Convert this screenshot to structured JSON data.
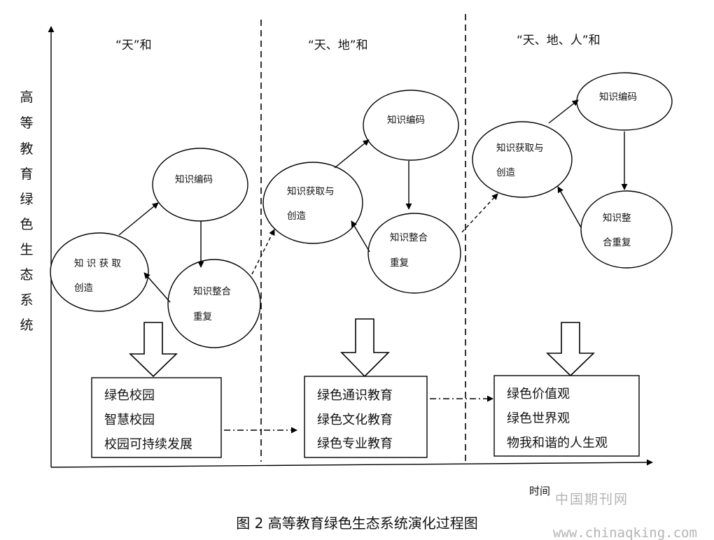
{
  "y_axis_label": "高等教育绿色生态系统",
  "x_axis_label": "时间",
  "caption": "图 2  高等教育绿色生态系统演化过程图",
  "watermark": {
    "line1": "中国期刊网",
    "line2": "www.chinaqking.com"
  },
  "stages": [
    {
      "heading": "“天”和",
      "cycle": {
        "encode": [
          "知识编码"
        ],
        "acquire": [
          "知 识 获 取",
          "创造"
        ],
        "integrate": [
          "知识整合",
          "重复"
        ]
      },
      "outcomes": [
        "绿色校园",
        "智慧校园",
        "校园可持续发展"
      ]
    },
    {
      "heading": "“天、地”和",
      "cycle": {
        "encode": [
          "知识编码"
        ],
        "acquire": [
          "知识获取与",
          "创造"
        ],
        "integrate": [
          "知识整合",
          "重复"
        ]
      },
      "outcomes": [
        "绿色通识教育",
        "绿色文化教育",
        "绿色专业教育"
      ]
    },
    {
      "heading": "“天、地、人”和",
      "cycle": {
        "encode": [
          "知识编码"
        ],
        "acquire": [
          "知识获取与",
          "创造"
        ],
        "integrate": [
          "知识整",
          "合重复"
        ]
      },
      "outcomes": [
        "绿色价值观",
        "绿色世界观",
        "物我和谐的人生观"
      ]
    }
  ]
}
